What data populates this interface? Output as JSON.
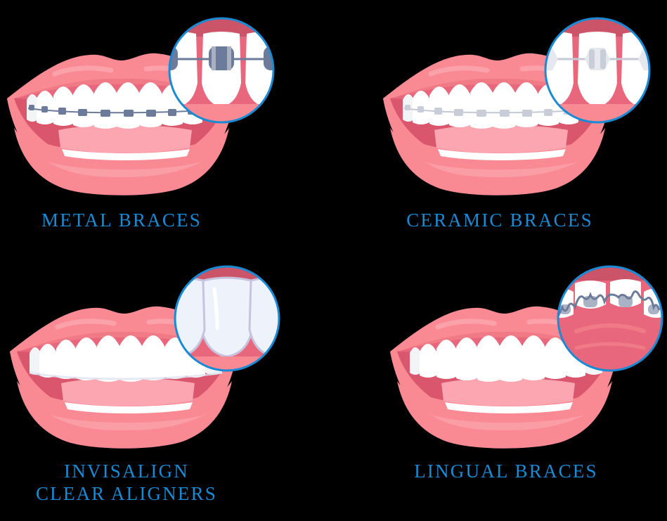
{
  "colors": {
    "background": "#000000",
    "label_blue": "#1a8ad4",
    "lip_main": "#f98a94",
    "lip_light": "#fba1a9",
    "lip_shadow": "#f07a86",
    "gum": "#e8677c",
    "gum_dark": "#cc5468",
    "tongue": "#fba6b0",
    "tooth": "#ffffff",
    "tooth_shade": "#e9eaee",
    "metal_bracket": "#6b7b99",
    "metal_band": "#a9b0c2",
    "ceramic_bracket": "#d0d4de",
    "ceramic_wire": "#b9bfcc",
    "aligner_edge": "#c7c3dd",
    "lingual_wire": "#6b7b99",
    "magnifier_ring": "#1a8ad4"
  },
  "panels": [
    {
      "id": "metal",
      "label_lines": [
        "METAL BRACES"
      ]
    },
    {
      "id": "ceramic",
      "label_lines": [
        "CERAMIC BRACES"
      ]
    },
    {
      "id": "invisalign",
      "label_lines": [
        "INVISALIGN",
        "CLEAR ALIGNERS"
      ]
    },
    {
      "id": "lingual",
      "label_lines": [
        "LINGUAL BRACES"
      ]
    }
  ],
  "icons": {
    "mouth": "smiling-mouth-illustration",
    "magnifier": "magnified-tooth-circle"
  }
}
